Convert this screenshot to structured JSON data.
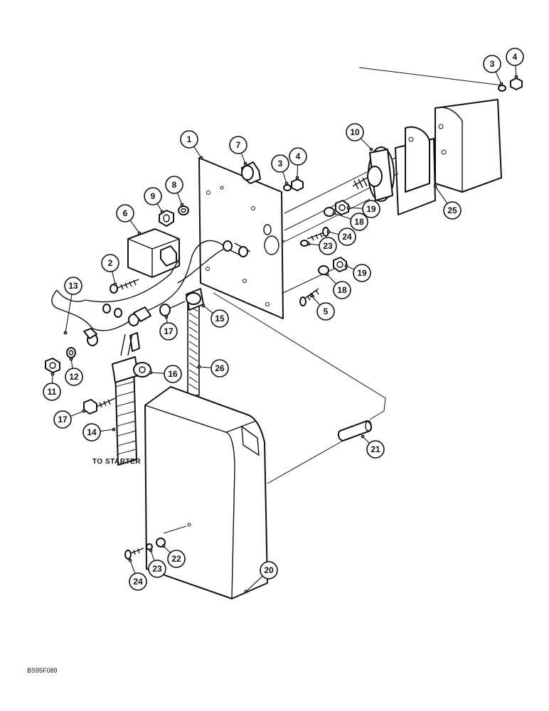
{
  "diagram": {
    "callouts": [
      {
        "id": "c1",
        "text": "1"
      },
      {
        "id": "c2",
        "text": "2"
      },
      {
        "id": "c3a",
        "text": "3"
      },
      {
        "id": "c3b",
        "text": "3"
      },
      {
        "id": "c4a",
        "text": "4"
      },
      {
        "id": "c4b",
        "text": "4"
      },
      {
        "id": "c5",
        "text": "5"
      },
      {
        "id": "c6",
        "text": "6"
      },
      {
        "id": "c7",
        "text": "7"
      },
      {
        "id": "c8",
        "text": "8"
      },
      {
        "id": "c9",
        "text": "9"
      },
      {
        "id": "c10",
        "text": "10"
      },
      {
        "id": "c11",
        "text": "11"
      },
      {
        "id": "c12",
        "text": "12"
      },
      {
        "id": "c13",
        "text": "13"
      },
      {
        "id": "c14",
        "text": "14"
      },
      {
        "id": "c15",
        "text": "15"
      },
      {
        "id": "c16",
        "text": "16"
      },
      {
        "id": "c17a",
        "text": "17"
      },
      {
        "id": "c17b",
        "text": "17"
      },
      {
        "id": "c18a",
        "text": "18"
      },
      {
        "id": "c18b",
        "text": "18"
      },
      {
        "id": "c19a",
        "text": "19"
      },
      {
        "id": "c19b",
        "text": "19"
      },
      {
        "id": "c20",
        "text": "20"
      },
      {
        "id": "c21",
        "text": "21"
      },
      {
        "id": "c22",
        "text": "22"
      },
      {
        "id": "c23a",
        "text": "23"
      },
      {
        "id": "c23b",
        "text": "23"
      },
      {
        "id": "c24a",
        "text": "24"
      },
      {
        "id": "c24b",
        "text": "24"
      },
      {
        "id": "c25",
        "text": "25"
      },
      {
        "id": "c26",
        "text": "26"
      }
    ],
    "starter_label": "TO STARTER",
    "figure_code": "BS95F089"
  }
}
